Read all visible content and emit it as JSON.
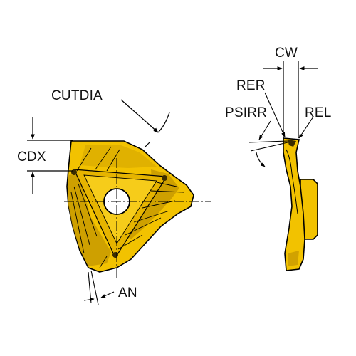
{
  "colors": {
    "insert_fill": "#f2c200",
    "insert_shadow": "#b58900",
    "insert_highlight": "#fde36a",
    "line": "#000000",
    "background": "#ffffff"
  },
  "labels": {
    "cutdia": "CUTDIA",
    "cdx": "CDX",
    "an": "AN",
    "cw": "CW",
    "rer": "RER",
    "psirr": "PSIRR",
    "rel": "REL"
  }
}
